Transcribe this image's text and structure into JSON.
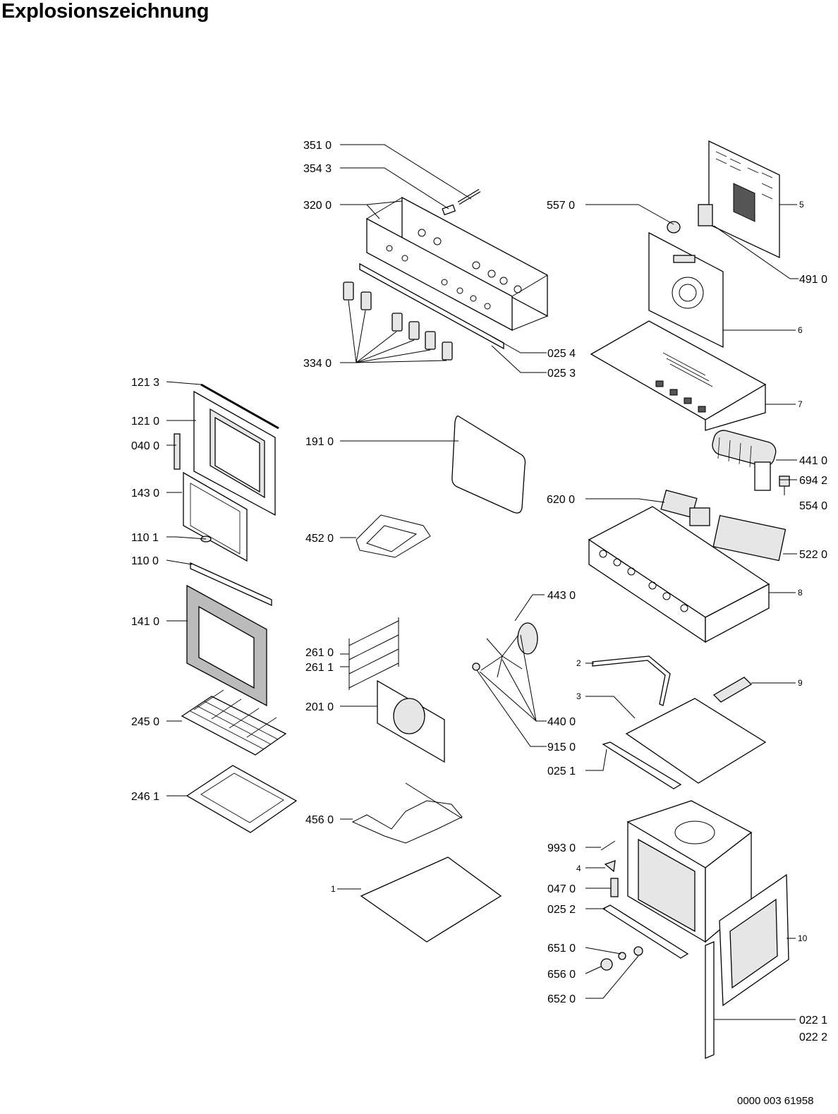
{
  "title": "Explosionszeichnung",
  "doc_number": "0000 003 61958",
  "labels": {
    "l3510": "351 0",
    "l3543": "354 3",
    "l3200": "320 0",
    "l3340": "334 0",
    "l0254": "025 4",
    "l0253": "025 3",
    "l5570": "557 0",
    "l5": "5",
    "l4910": "491 0",
    "l6": "6",
    "l7": "7",
    "l1213": "121 3",
    "l1210": "121 0",
    "l0400": "040 0",
    "l1430": "143 0",
    "l1101": "110 1",
    "l1100": "110 0",
    "l1410": "141 0",
    "l2450": "245 0",
    "l2461": "246 1",
    "l1910": "191 0",
    "l4520": "452 0",
    "l2610": "261 0",
    "l2611": "261 1",
    "l2010": "201 0",
    "l4560": "456 0",
    "l1": "1",
    "l4410": "441 0",
    "l6942": "694 2",
    "l5540": "554 0",
    "l6200": "620 0",
    "l5220": "522 0",
    "l8": "8",
    "l4430": "443 0",
    "l2": "2",
    "l3": "3",
    "l9": "9",
    "l4400": "440 0",
    "l9150": "915 0",
    "l0251": "025 1",
    "l9930": "993 0",
    "l4": "4",
    "l0470": "047 0",
    "l0252": "025 2",
    "l10": "10",
    "l6510": "651 0",
    "l6560": "656 0",
    "l6520": "652 0",
    "l0221": "022 1",
    "l0222": "022 2"
  }
}
